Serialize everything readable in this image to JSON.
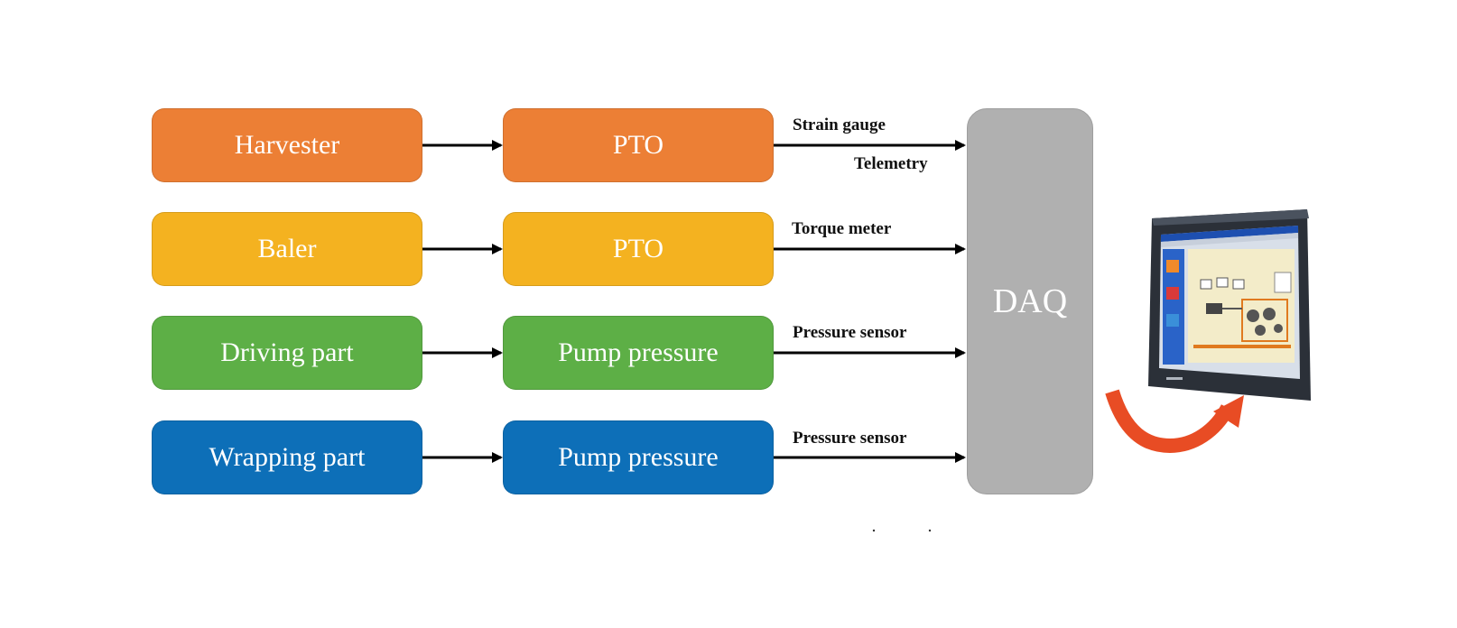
{
  "rows": [
    {
      "source": "Harvester",
      "target": "PTO",
      "sensor_label": "Strain gauge",
      "extra_label": "Telemetry",
      "color": "#ec7f35"
    },
    {
      "source": "Baler",
      "target": "PTO",
      "sensor_label": "Torque meter",
      "color": "#f4b220"
    },
    {
      "source": "Driving part",
      "target": "Pump pressure",
      "sensor_label": "Pressure sensor",
      "color": "#5daf46"
    },
    {
      "source": "Wrapping part",
      "target": "Pump pressure",
      "sensor_label": "Pressure sensor",
      "color": "#0d6fb8"
    }
  ],
  "daq": {
    "label": "DAQ",
    "color": "#b0b0b0"
  },
  "monitor": {
    "icon": "monitor-icon"
  },
  "arrow_color": "#000000",
  "curved_arrow_color": "#e84c24"
}
